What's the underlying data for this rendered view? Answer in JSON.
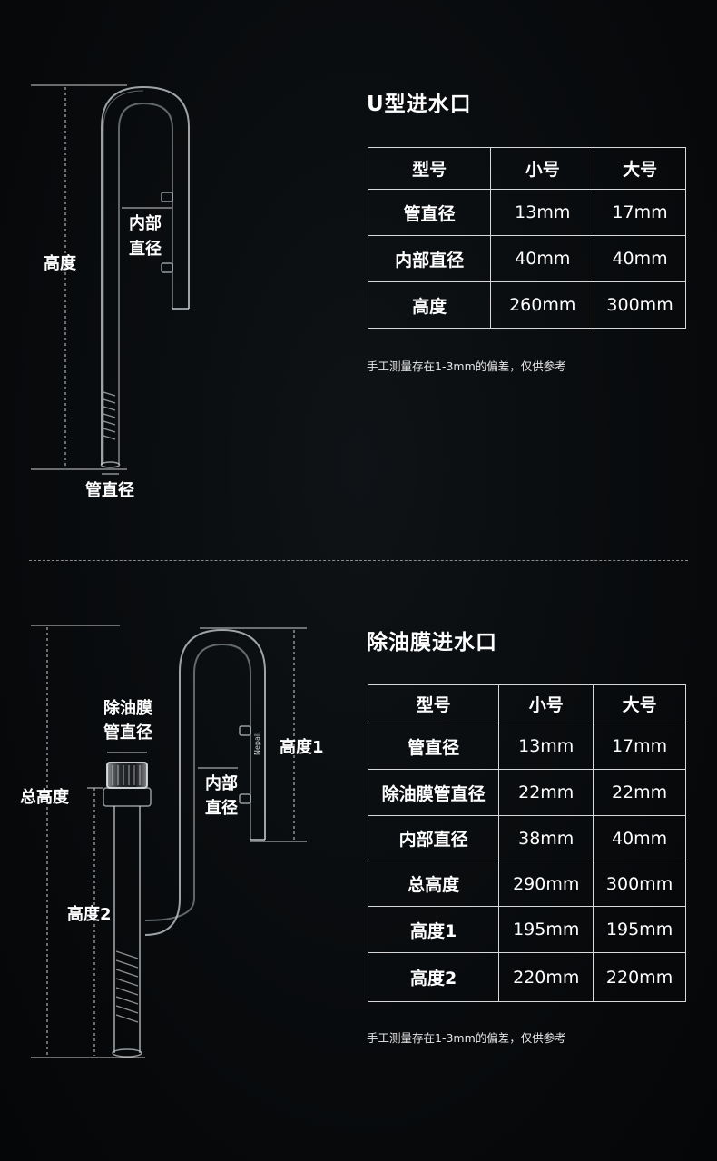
{
  "section1": {
    "title": "U型进水口",
    "table": {
      "headers": [
        "型号",
        "小号",
        "大号"
      ],
      "rows": [
        [
          "管直径",
          "13mm",
          "17mm"
        ],
        [
          "内部直径",
          "40mm",
          "40mm"
        ],
        [
          "高度",
          "260mm",
          "300mm"
        ]
      ]
    },
    "note": "手工测量存在1-3mm的偏差，仅供参考",
    "labels": {
      "height": "高度",
      "inner_diameter_line1": "内部",
      "inner_diameter_line2": "直径",
      "pipe_diameter": "管直径"
    }
  },
  "section2": {
    "title": "除油膜进水口",
    "table": {
      "headers": [
        "型号",
        "小号",
        "大号"
      ],
      "rows": [
        [
          "管直径",
          "13mm",
          "17mm"
        ],
        [
          "除油膜管直径",
          "22mm",
          "22mm"
        ],
        [
          "内部直径",
          "38mm",
          "40mm"
        ],
        [
          "总高度",
          "290mm",
          "300mm"
        ],
        [
          "高度1",
          "195mm",
          "195mm"
        ],
        [
          "高度2",
          "220mm",
          "220mm"
        ]
      ]
    },
    "note": "手工测量存在1-3mm的偏差，仅供参考",
    "labels": {
      "skimmer_diameter_line1": "除油膜",
      "skimmer_diameter_line2": "管直径",
      "total_height": "总高度",
      "inner_diameter_line1": "内部",
      "inner_diameter_line2": "直径",
      "height1": "高度1",
      "height2": "高度2",
      "brand_mark": "Nepall"
    }
  }
}
